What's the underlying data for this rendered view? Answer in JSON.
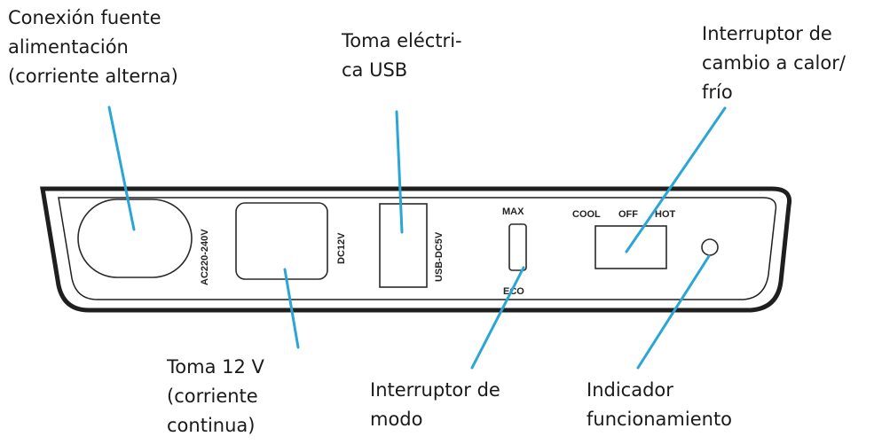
{
  "labels": {
    "ac_connection": [
      "Conexión fuente",
      "alimentación",
      "(corriente alterna)"
    ],
    "usb_socket": [
      "Toma eléctri-",
      "ca USB"
    ],
    "heat_cool_switch": [
      "Interruptor de",
      "cambio a calor/",
      "frío"
    ],
    "dc_socket": [
      "Toma 12 V",
      "(corriente",
      "continua)"
    ],
    "mode_switch": [
      "Interruptor de",
      "modo"
    ],
    "indicator": [
      "Indicador",
      "funcionamiento"
    ]
  },
  "panel_markings": {
    "ac_port": "AC220-240V",
    "dc_port": "DC12V",
    "usb_port": "USB-DC5V",
    "mode_max": "MAX",
    "mode_eco": "ECO",
    "switch_cool": "COOL",
    "switch_off": "OFF",
    "switch_hot": "HOT"
  },
  "colors": {
    "callout_line": "#2aa6d6",
    "panel_outline": "#1f1f1f",
    "text": "#1a1a1a"
  }
}
